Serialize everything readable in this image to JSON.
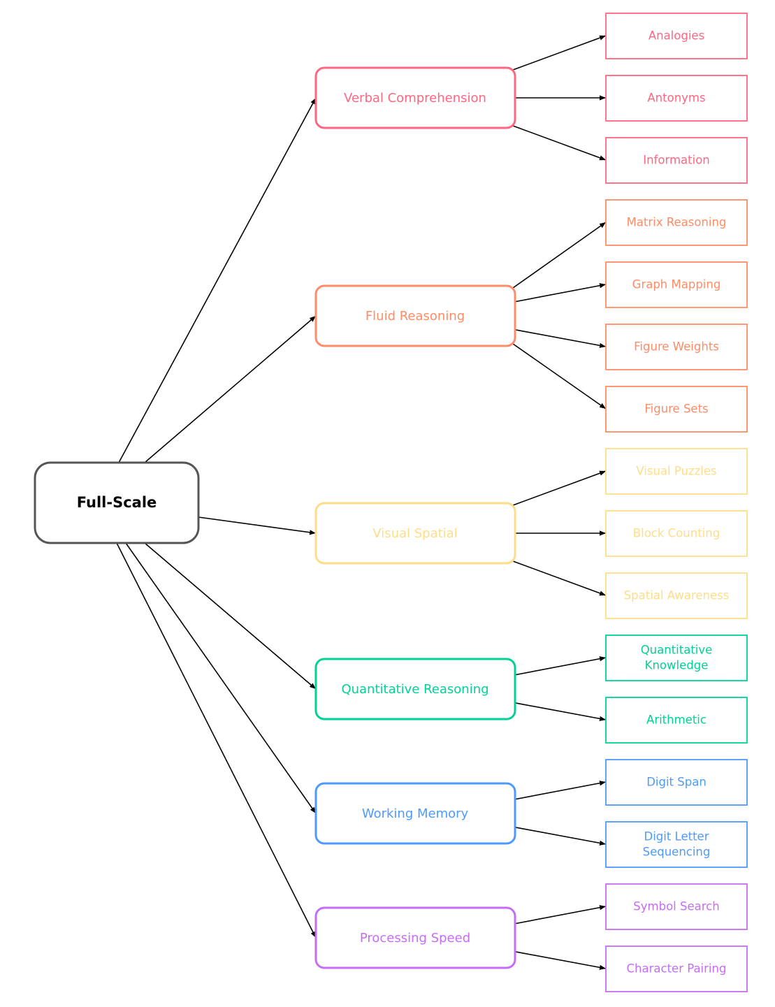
{
  "root": {
    "label": "Full-Scale",
    "color": "#555555"
  },
  "categories": [
    {
      "label": "Verbal Comprehension",
      "color": "#ff6680",
      "leaves": [
        [
          "Analogies"
        ],
        [
          "Antonyms"
        ],
        [
          "Information"
        ]
      ]
    },
    {
      "label": "Fluid Reasoning",
      "color": "#ff8c66",
      "leaves": [
        [
          "Matrix Reasoning"
        ],
        [
          "Graph Mapping"
        ],
        [
          "Figure Weights"
        ],
        [
          "Figure Sets"
        ]
      ]
    },
    {
      "label": "Visual Spatial",
      "color": "#ffdd88",
      "leaves": [
        [
          "Visual Puzzles"
        ],
        [
          "Block Counting"
        ],
        [
          "Spatial Awareness"
        ]
      ]
    },
    {
      "label": "Quantitative Reasoning",
      "color": "#00d296",
      "leaves": [
        [
          "Quantitative",
          "Knowledge"
        ],
        [
          "Arithmetic"
        ]
      ]
    },
    {
      "label": "Working Memory",
      "color": "#4d9aff",
      "leaves": [
        [
          "Digit Span"
        ],
        [
          "Digit Letter",
          "Sequencing"
        ]
      ]
    },
    {
      "label": "Processing Speed",
      "color": "#c76cf7",
      "leaves": [
        [
          "Symbol Search"
        ],
        [
          "Character Pairing"
        ]
      ]
    }
  ]
}
